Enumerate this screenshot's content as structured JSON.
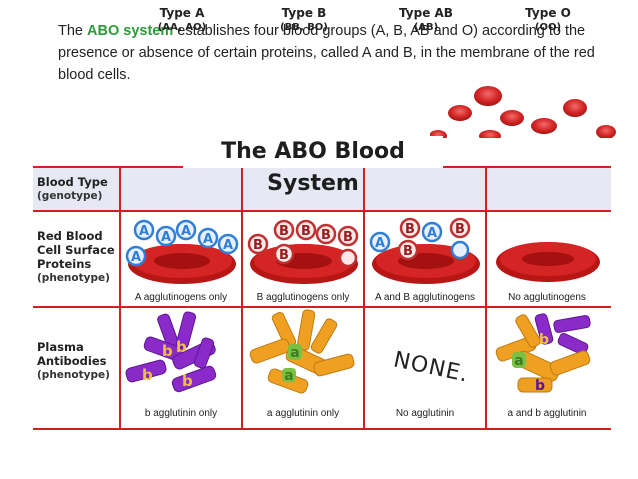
{
  "intro": {
    "pre": "The ",
    "highlight": "ABO system",
    "post": " establishes four blood groups (A, B, AB and O) according to the presence or absence of certain proteins, called A and B, in the membrane of the red blood cells."
  },
  "title": "The ABO Blood System",
  "row_labels": {
    "blood_type": {
      "title": "Blood Type",
      "sub": "(genotype)"
    },
    "surface": {
      "line1": "Red Blood",
      "line2": "Cell Surface",
      "line3": "Proteins",
      "sub": "(phenotype)"
    },
    "plasma": {
      "line1": "Plasma",
      "line2": "Antibodies",
      "sub": "(phenotype)"
    }
  },
  "columns": [
    {
      "type": "Type A",
      "genotype": "(AA, AO)",
      "antigen_caption": "A agglutinogens only",
      "antibody_caption": "b agglutinin only"
    },
    {
      "type": "Type B",
      "genotype": "(BB, BO)",
      "antigen_caption": "B agglutinogens only",
      "antibody_caption": "a agglutinin only"
    },
    {
      "type": "Type AB",
      "genotype": "(AB)",
      "antigen_caption": "A and B agglutinogens",
      "antibody_caption": "No agglutinin"
    },
    {
      "type": "Type O",
      "genotype": "(OO)",
      "antigen_caption": "No agglutinogens",
      "antibody_caption": "a and b agglutinin"
    }
  ],
  "none_label": "NONE.",
  "antigen_letters": {
    "a": "A",
    "b": "B"
  },
  "antibody_letters": {
    "a": "a",
    "b": "b"
  },
  "colors": {
    "accent_green": "#2e9a3a",
    "red_line": "#cc2222",
    "cell_red": "#cc1b1b",
    "antigen_blue": "#2f7fd6",
    "antibody_purple": "#8a2bc9",
    "antibody_orange": "#f0a020",
    "antibody_green": "#7bc043"
  }
}
